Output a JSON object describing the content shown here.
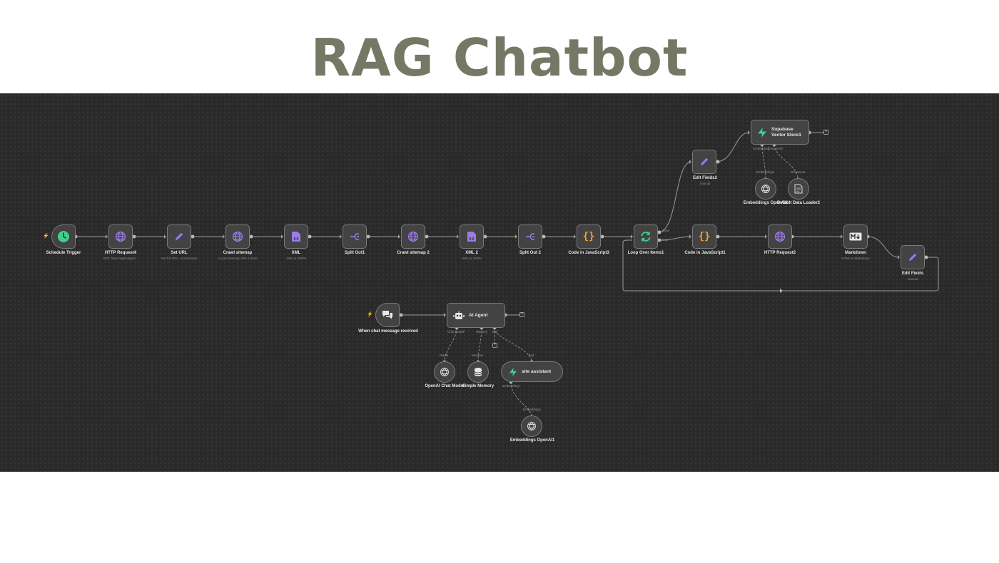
{
  "page": {
    "title": "RAG Chatbot"
  },
  "colors": {
    "canvas_bg": "#2a2a2a",
    "node_bg": "#434343",
    "node_border": "#7a7a7a",
    "wire": "#9a9a9a",
    "title_color": "#767866",
    "green": "#3fcf8e",
    "purple": "#9b7de8",
    "orange": "#f5a030",
    "red": "#e85d5d"
  },
  "nodes": {
    "schedule_trigger": {
      "label": "Schedule Trigger",
      "icon": "clock-icon"
    },
    "http_request4": {
      "label": "HTTP Request4",
      "sub": "GET: https://gptindigo0...",
      "icon": "globe-icon"
    },
    "set_url": {
      "label": "Set URL",
      "sub": "Set full URL --not domain",
      "icon": "pencil-icon"
    },
    "crawl_sitemap": {
      "label": "Crawl sitemap",
      "sub": "or past sitemap URL in here",
      "icon": "globe-icon"
    },
    "xml": {
      "label": "XML",
      "sub": "XML to JSON",
      "icon": "xml-file-icon"
    },
    "split_out1": {
      "label": "Split Out1",
      "icon": "split-icon"
    },
    "crawl_sitemap2": {
      "label": "Crawl sitemap 2",
      "icon": "globe-icon"
    },
    "xml2": {
      "label": "XML 2",
      "sub": "XML to JSON",
      "icon": "xml-file-icon"
    },
    "split_out2": {
      "label": "Split Out 2",
      "icon": "split-icon"
    },
    "code_js3": {
      "label": "Code in JavaScript3",
      "icon": "braces-icon"
    },
    "loop_over_items1": {
      "label": "Loop Over Items1",
      "icon": "loop-icon",
      "out_done": "done",
      "out_loop": "loop"
    },
    "edit_fields2": {
      "label": "Edit Fields2",
      "sub": "manual",
      "icon": "pencil-icon"
    },
    "supabase_vector_store1": {
      "label": "Supabase Vector Store1",
      "icon": "supabase-icon",
      "port_left": "Embedding",
      "port_right": "Document*"
    },
    "embeddings_openai2": {
      "label": "Embeddings OpenAI2",
      "icon": "openai-icon",
      "port": "Embeddings"
    },
    "default_data_loader2": {
      "label": "Default Data Loader2",
      "icon": "document-icon",
      "port": "Document"
    },
    "code_js1": {
      "label": "Code in JavaScript1",
      "icon": "braces-icon"
    },
    "http_request2": {
      "label": "HTTP Request2",
      "icon": "globe-icon"
    },
    "markdown": {
      "label": "Markdown",
      "sub": "HTML to Markdown",
      "icon": "markdown-icon"
    },
    "edit_fields": {
      "label": "Edit Fields",
      "sub": "manual",
      "icon": "pencil-icon"
    },
    "chat_trigger": {
      "label": "When chat message received",
      "icon": "chat-icon"
    },
    "ai_agent": {
      "label": "AI Agent",
      "icon": "robot-icon",
      "port_model": "Chat Model*",
      "port_memory": "Memory",
      "port_tool": "Tool"
    },
    "openai_chat_model": {
      "label": "OpenAI Chat Model",
      "icon": "openai-icon",
      "port": "Model"
    },
    "simple_memory": {
      "label": "Simple Memory",
      "icon": "database-icon",
      "port": "Memory"
    },
    "site_assistant": {
      "label": "site assistant",
      "icon": "supabase-icon",
      "port_bottom": "Embedding*",
      "port_top": "Tool"
    },
    "embeddings_openai1": {
      "label": "Embeddings OpenAI1",
      "icon": "openai-icon",
      "port": "Embeddings"
    }
  }
}
